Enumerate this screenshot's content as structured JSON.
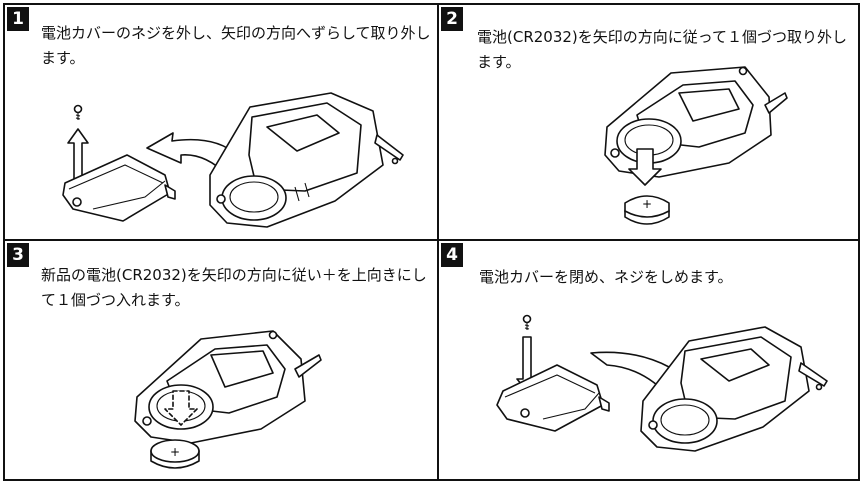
{
  "steps": [
    {
      "number": "1",
      "text": "電池カバーのネジを外し、矢印の方向へずらして取り外します。"
    },
    {
      "number": "2",
      "text": "電池(CR2032)を矢印の方向に従って１個づつ取り外します。"
    },
    {
      "number": "3",
      "text": "新品の電池(CR2032)を矢印の方向に従い＋を上向きにして１個づつ入れます。"
    },
    {
      "number": "4",
      "text": "電池カバーを閉め、ネジをしめます。"
    }
  ],
  "battery_symbol": "+",
  "icons": [
    "screw-icon",
    "up-arrow-icon",
    "down-arrow-icon",
    "remote-illustration",
    "battery-illustration",
    "battery-cover-illustration",
    "slide-arrow-icon"
  ]
}
